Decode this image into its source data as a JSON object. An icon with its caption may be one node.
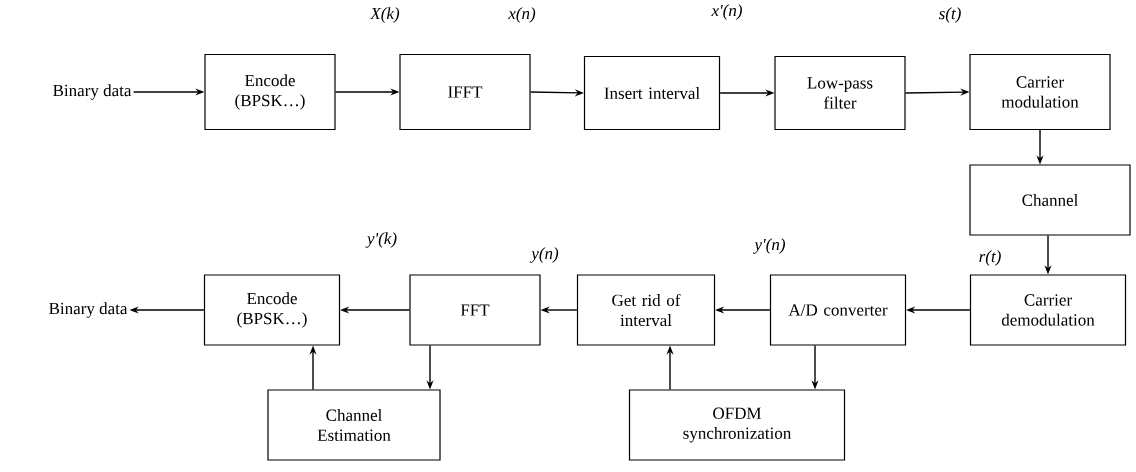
{
  "diagram": {
    "nodes": [
      {
        "text": [
          "Binary data"
        ]
      },
      {
        "text": [
          "Encode (BPSK…)"
        ]
      },
      {
        "text": [
          "IFFT"
        ]
      },
      {
        "text": [
          "Insert interval"
        ]
      },
      {
        "text": [
          "Low-pass filter"
        ]
      },
      {
        "text": [
          "Carrier modulation"
        ]
      },
      {
        "text": [
          "Channel"
        ]
      },
      {
        "text": [
          "Carrier demodulation"
        ]
      },
      {
        "text": [
          "A/D converter"
        ]
      },
      {
        "text": [
          "Get rid of interval"
        ]
      },
      {
        "text": [
          "FFT"
        ]
      },
      {
        "text": [
          "Encode (BPSK…)"
        ]
      },
      {
        "text": [
          "Binary data"
        ]
      },
      {
        "text": [
          "Channel Estimation"
        ]
      },
      {
        "text": [
          "OFDM synchronization"
        ]
      }
    ],
    "edges": [
      {
        "from": 0,
        "to": 1,
        "arrow": "to"
      },
      {
        "from": 1,
        "to": 2,
        "arrow": "to",
        "label": "X(k)"
      },
      {
        "from": 2,
        "to": 3,
        "arrow": "to",
        "label": "x(n)"
      },
      {
        "from": 3,
        "to": 4,
        "arrow": "to",
        "label": "x'(n)"
      },
      {
        "from": 4,
        "to": 5,
        "arrow": "to",
        "label": "s(t)"
      },
      {
        "from": 5,
        "to": 6,
        "arrow": "to"
      },
      {
        "from": 6,
        "to": 7,
        "arrow": "to"
      },
      {
        "from": 7,
        "to": 8,
        "arrow": "to",
        "label": "r(t)"
      },
      {
        "from": 8,
        "to": 9,
        "arrow": "to",
        "label": "y'(n)"
      },
      {
        "from": 9,
        "to": 10,
        "arrow": "to",
        "label": "y(n)"
      },
      {
        "from": 10,
        "to": 11,
        "arrow": "to",
        "label": "y'(k)"
      },
      {
        "from": 11,
        "to": 12,
        "arrow": "to"
      },
      {
        "from": 10,
        "to": 13,
        "arrow": "to"
      },
      {
        "from": 13,
        "to": 11,
        "arrow": "to"
      },
      {
        "from": 8,
        "to": 14,
        "arrow": "to"
      },
      {
        "from": 14,
        "to": 9,
        "arrow": "to"
      }
    ]
  }
}
